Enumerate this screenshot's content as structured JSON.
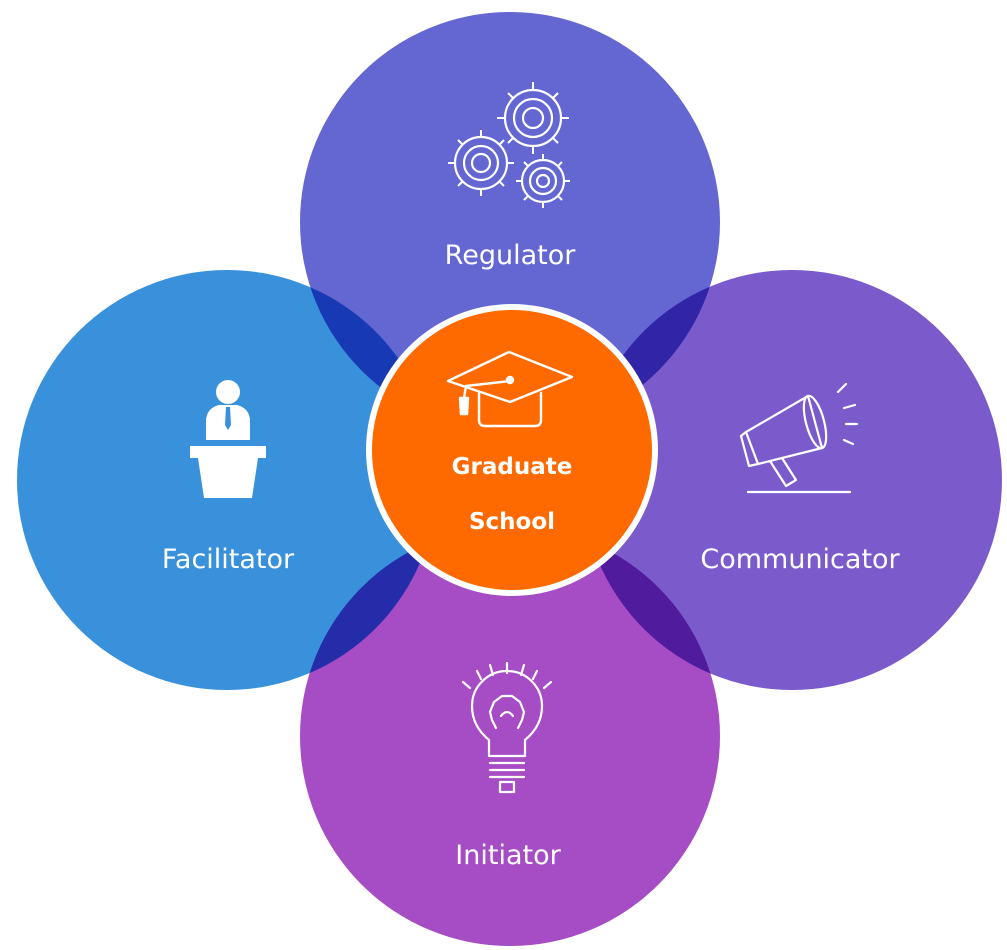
{
  "center": {
    "line1": "Graduate",
    "line2": "School",
    "icon": "graduation-cap-icon",
    "color": "#ff6a00"
  },
  "nodes": [
    {
      "id": "regulator",
      "label": "Regulator",
      "icon": "gears-icon",
      "color": "#6466d1"
    },
    {
      "id": "facilitator",
      "label": "Facilitator",
      "icon": "speaker-podium-icon",
      "color": "#3991dc"
    },
    {
      "id": "communicator",
      "label": "Communicator",
      "icon": "megaphone-icon",
      "color": "#7b5bcc"
    },
    {
      "id": "initiator",
      "label": "Initiator",
      "icon": "lightbulb-icon",
      "color": "#a64cc5"
    }
  ]
}
